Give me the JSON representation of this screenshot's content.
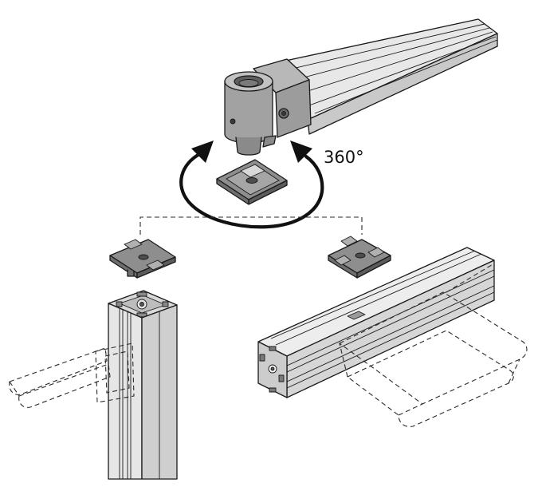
{
  "rotation_label": "360°",
  "colors": {
    "line": "#1a1a1a",
    "profile_light": "#ededed",
    "profile_mid": "#d4d4d4",
    "profile_dark": "#a8a8a8",
    "joint_body": "#a9a9a9",
    "plate": "#8e8e8e"
  },
  "parts": [
    "horizontal-profile-top",
    "rotating-joint-head",
    "square-adapter-plate",
    "connector-plate-left",
    "connector-plate-right",
    "vertical-profile-left",
    "horizontal-profile-right",
    "dashed-panel-left",
    "dashed-panel-right"
  ]
}
